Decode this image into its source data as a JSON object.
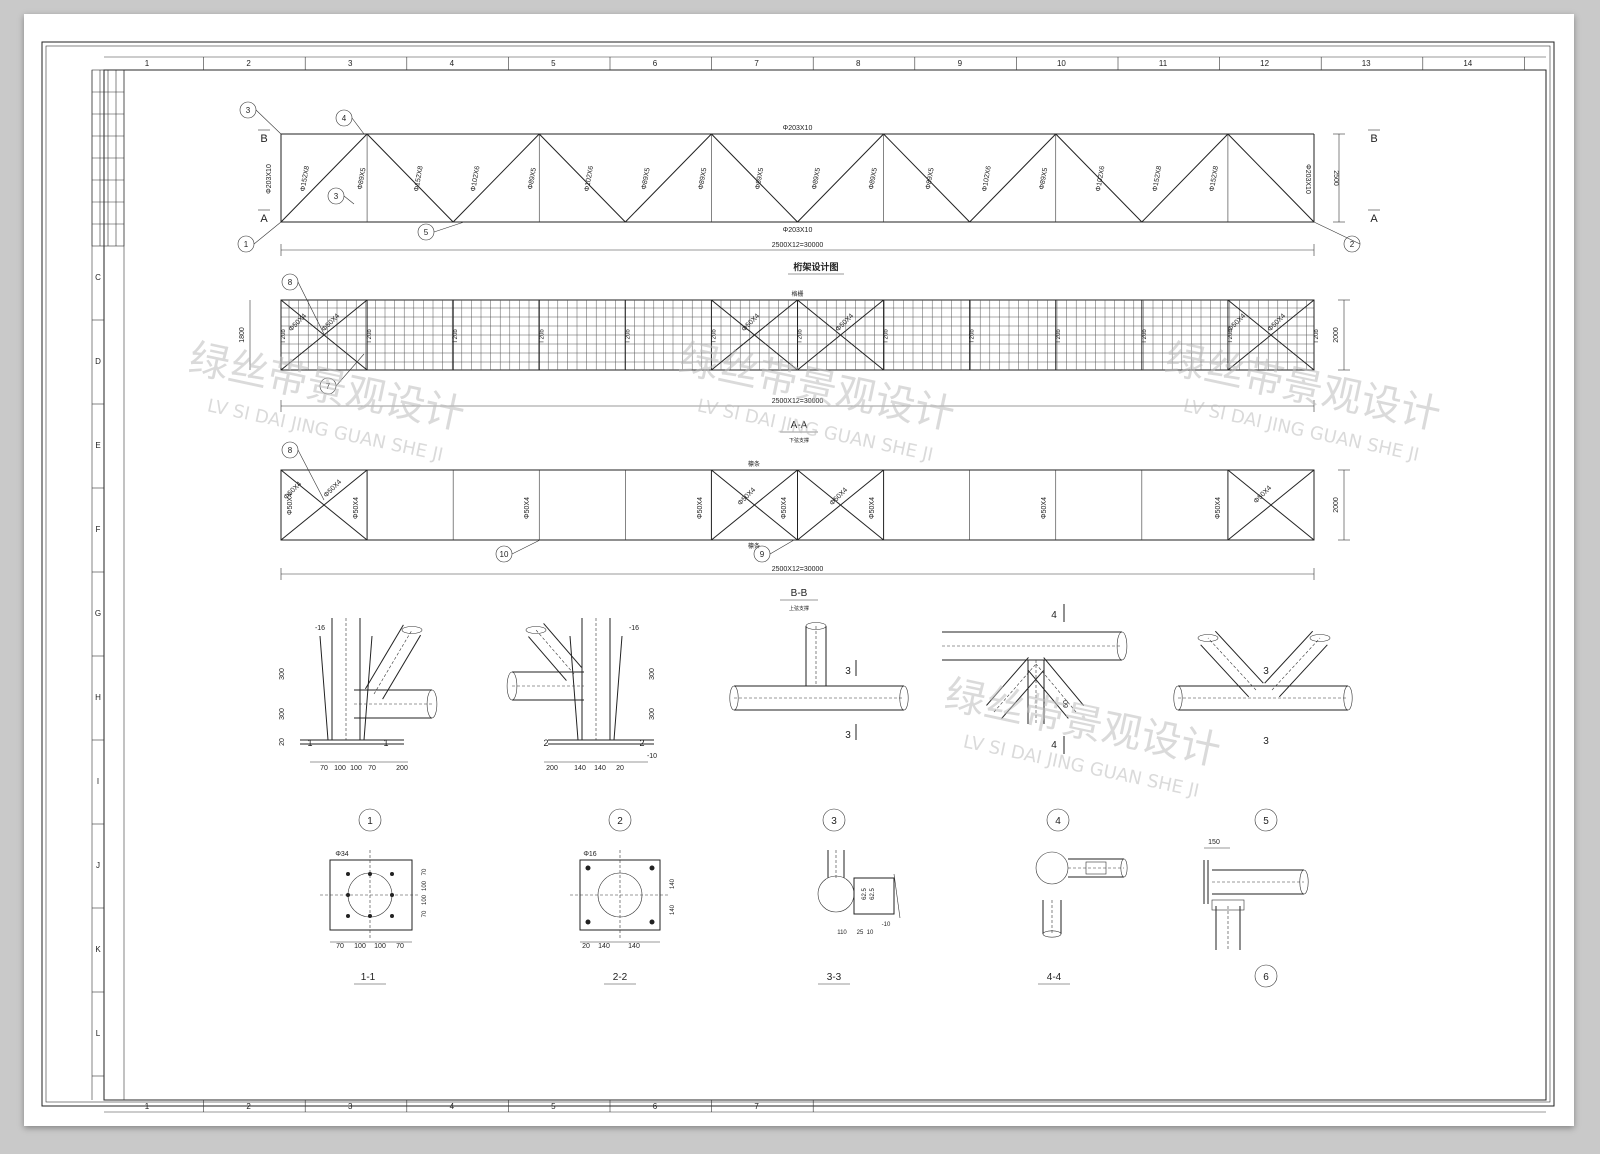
{
  "border": {
    "col_numbers_top": [
      "1",
      "2",
      "3",
      "4",
      "5",
      "6",
      "7",
      "8",
      "9",
      "10",
      "11",
      "12",
      "13",
      "14"
    ],
    "col_numbers_bottom": [
      "1",
      "2",
      "3",
      "4",
      "5",
      "6",
      "7"
    ],
    "row_letters": [
      "C",
      "D",
      "E",
      "F",
      "G",
      "H",
      "I",
      "J",
      "K",
      "L"
    ]
  },
  "elevation": {
    "title": "桁架设计图",
    "top_chord": "Φ203X10",
    "bottom_chord": "Φ203X10",
    "overall_dim": "2500X12=30000",
    "height_dim": "2500",
    "left_post": "Φ203X10",
    "right_post": "Φ203X10",
    "section_marks": [
      "B",
      "A",
      "B",
      "A"
    ],
    "members": [
      "Φ152X8",
      "Φ89X5",
      "Φ152X8",
      "Φ102X6",
      "Φ89X5",
      "Φ102X6",
      "Φ89X5",
      "Φ89X5",
      "Φ89X5",
      "Φ89X5",
      "Φ89X5",
      "Φ89X5",
      "Φ102X6",
      "Φ89X5",
      "Φ102X6",
      "Φ152X8",
      "Φ152X8"
    ],
    "callouts": [
      "3",
      "4",
      "3",
      "5",
      "1",
      "2"
    ]
  },
  "plan_aa": {
    "title": "A-A",
    "subtitle": "下弦支撑",
    "overall_dim": "2500X12=30000",
    "left_dim": "1800",
    "right_dim": "2000",
    "top_label": "格栅",
    "members": [
      "Φ50X4",
      "Φ50X4",
      "Φ50X4",
      "Φ50X4",
      "Φ50X4",
      "Φ50X4"
    ],
    "post_labels": [
      "I 20b",
      "I 20b",
      "I 20b",
      "I 20b",
      "I 20b",
      "I 20b",
      "I 20b",
      "I 20b",
      "I 20b",
      "I 20b",
      "I 20b",
      "I 20b",
      "I 20b"
    ],
    "callouts": [
      "8",
      "7"
    ]
  },
  "plan_bb": {
    "title": "B-B",
    "subtitle": "上弦支撑",
    "overall_dim": "2500X12=30000",
    "right_dim": "2000",
    "top_label": "檩条",
    "bottom_label": "檩条",
    "members": [
      "Φ50X4",
      "Φ50X4",
      "Φ50X4",
      "Φ50X4",
      "Φ50X4",
      "Φ50X4",
      "Φ50X4",
      "Φ50X4",
      "Φ50X4",
      "Φ50X4",
      "Φ50X4",
      "Φ50X4",
      "Φ50X4"
    ],
    "callouts": [
      "8",
      "10",
      "9"
    ]
  },
  "details": {
    "labels": [
      "1",
      "2",
      "3",
      "4",
      "5",
      "6"
    ],
    "sections": [
      "1-1",
      "2-2",
      "3-3",
      "4-4"
    ],
    "d1_dims": [
      "-16",
      "300",
      "300",
      "20",
      "70",
      "100",
      "100",
      "70",
      "200",
      "1",
      "1"
    ],
    "d2_dims": [
      "-16",
      "300",
      "300",
      "200",
      "140",
      "140",
      "20",
      "2",
      "2",
      "-10"
    ],
    "cut_marks": [
      "3",
      "3",
      "4",
      "4",
      "3",
      "3"
    ],
    "s11_dims": [
      "Φ34",
      "70",
      "100",
      "100",
      "70",
      "70",
      "100",
      "100",
      "70"
    ],
    "s22_dims": [
      "Φ16",
      "140",
      "140",
      "140",
      "140",
      "20"
    ],
    "s33_dims": [
      "110",
      "25",
      "10",
      "-10",
      "62.5",
      "62.5"
    ],
    "d4_dims": [
      "60",
      "60"
    ],
    "d6_dim": "150"
  },
  "watermark": {
    "cn": "绿丝带景观设计",
    "en": "LV SI DAI JING GUAN SHE JI"
  }
}
